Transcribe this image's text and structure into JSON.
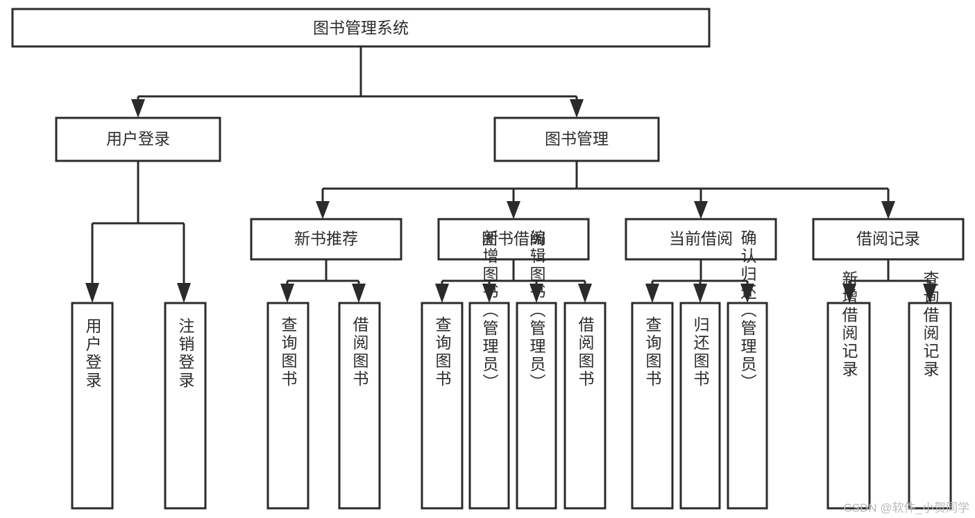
{
  "diagram": {
    "title": "图书管理系统",
    "type": "tree-hierarchy",
    "root": {
      "id": "root",
      "label": "图书管理系统",
      "level": 0
    },
    "level2": [
      {
        "id": "user-login",
        "label": "用户登录"
      },
      {
        "id": "book-manage",
        "label": "图书管理"
      }
    ],
    "level3": [
      {
        "id": "new-book-rec",
        "label": "新书推荐",
        "parent": "book-manage"
      },
      {
        "id": "book-borrow",
        "label": "图书借阅",
        "parent": "book-manage"
      },
      {
        "id": "current-borrow",
        "label": "当前借阅",
        "parent": "book-manage"
      },
      {
        "id": "borrow-record",
        "label": "借阅记录",
        "parent": "book-manage"
      }
    ],
    "leaves": [
      {
        "id": "leaf-user-login",
        "label": "用户登录",
        "parent": "user-login"
      },
      {
        "id": "leaf-logout",
        "label": "注销登录",
        "parent": "user-login"
      },
      {
        "id": "leaf-query-book-1",
        "label": "查询图书",
        "parent": "new-book-rec"
      },
      {
        "id": "leaf-borrow-book-1",
        "label": "借阅图书",
        "parent": "new-book-rec"
      },
      {
        "id": "leaf-query-book-2",
        "label": "查询图书",
        "parent": "book-borrow"
      },
      {
        "id": "leaf-add-book",
        "label": "新增图书（管理员）",
        "parent": "book-borrow"
      },
      {
        "id": "leaf-edit-book",
        "label": "编辑图书（管理员）",
        "parent": "book-borrow"
      },
      {
        "id": "leaf-borrow-book-2",
        "label": "借阅图书",
        "parent": "book-borrow"
      },
      {
        "id": "leaf-query-book-3",
        "label": "查询图书",
        "parent": "current-borrow"
      },
      {
        "id": "leaf-return-book",
        "label": "归还图书",
        "parent": "current-borrow"
      },
      {
        "id": "leaf-confirm-return",
        "label": "确认归还（管理员）",
        "parent": "current-borrow"
      },
      {
        "id": "leaf-add-record",
        "label": "新增借阅记录",
        "parent": "borrow-record"
      },
      {
        "id": "leaf-query-record",
        "label": "查询借阅记录",
        "parent": "borrow-record"
      }
    ],
    "colors": {
      "stroke": "#2b2b2b",
      "fill": "#ffffff",
      "text": "#2b2b2b",
      "watermark": "#b9b9b9"
    }
  },
  "watermark": {
    "text": "CSDN @软件_小贺同学"
  }
}
